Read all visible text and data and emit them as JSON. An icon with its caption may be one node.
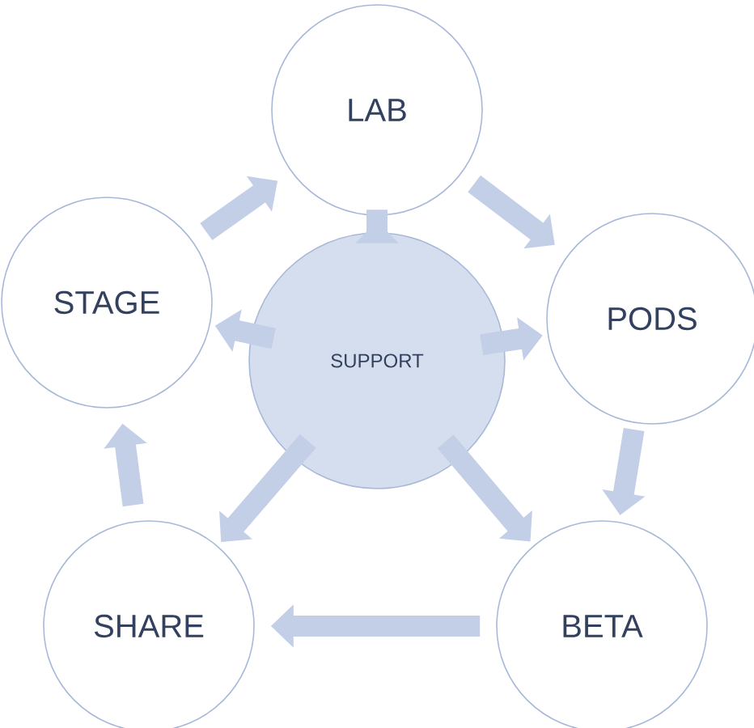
{
  "diagram": {
    "nodes": [
      {
        "text": [
          "LAB"
        ]
      },
      {
        "text": [
          "PODS"
        ]
      },
      {
        "text": [
          "BETA"
        ]
      },
      {
        "text": [
          "SHARE"
        ]
      },
      {
        "text": [
          "STAGE"
        ]
      },
      {
        "text": [
          "SUPPORT"
        ]
      }
    ],
    "edges": [
      {
        "from": 0,
        "to": 1,
        "arrow": "to"
      },
      {
        "from": 1,
        "to": 2,
        "arrow": "to"
      },
      {
        "from": 2,
        "to": 3,
        "arrow": "to"
      },
      {
        "from": 3,
        "to": 4,
        "arrow": "to"
      },
      {
        "from": 4,
        "to": 0,
        "arrow": "to"
      },
      {
        "from": 5,
        "to": 0,
        "arrow": "to"
      },
      {
        "from": 5,
        "to": 1,
        "arrow": "to"
      },
      {
        "from": 5,
        "to": 2,
        "arrow": "to"
      },
      {
        "from": 5,
        "to": 3,
        "arrow": "to"
      },
      {
        "from": 5,
        "to": 4,
        "arrow": "to"
      }
    ]
  }
}
